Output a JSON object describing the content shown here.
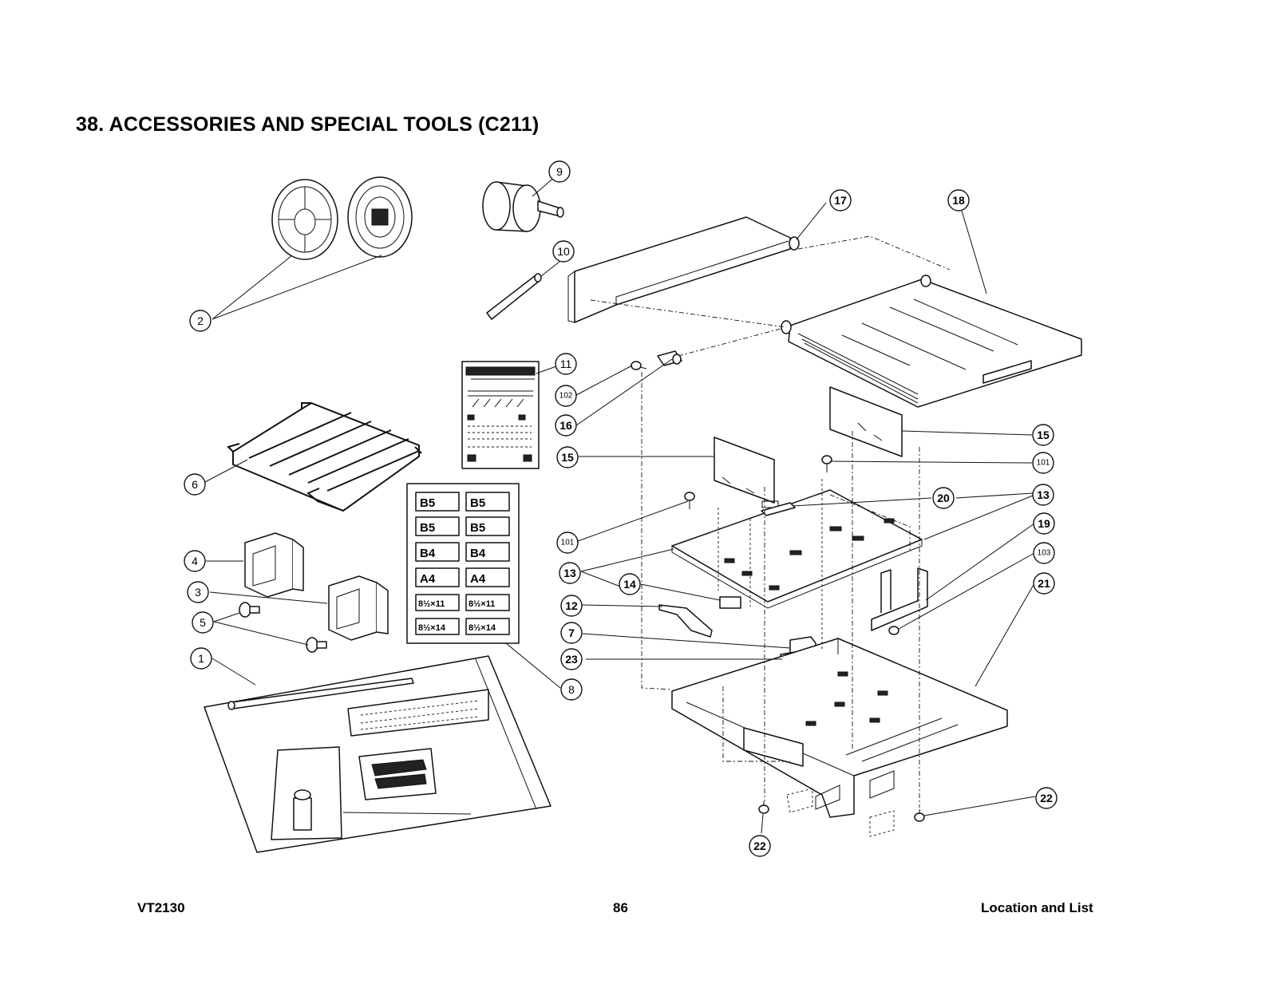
{
  "title": "38. ACCESSORIES AND SPECIAL TOOLS (C211)",
  "callouts": [
    "1",
    "2",
    "3",
    "4",
    "5",
    "6",
    "7",
    "8",
    "9",
    "10",
    "11",
    "12",
    "13",
    "14",
    "15",
    "16",
    "17",
    "18",
    "19",
    "20",
    "21",
    "22",
    "23",
    "101",
    "102",
    "103"
  ],
  "labels": {
    "b5": "B5",
    "b4": "B4",
    "a4": "A4",
    "letter": "8½×11",
    "legal": "8½×14"
  },
  "footer": {
    "model": "VT2130",
    "page": "86",
    "section": "Location and List"
  }
}
